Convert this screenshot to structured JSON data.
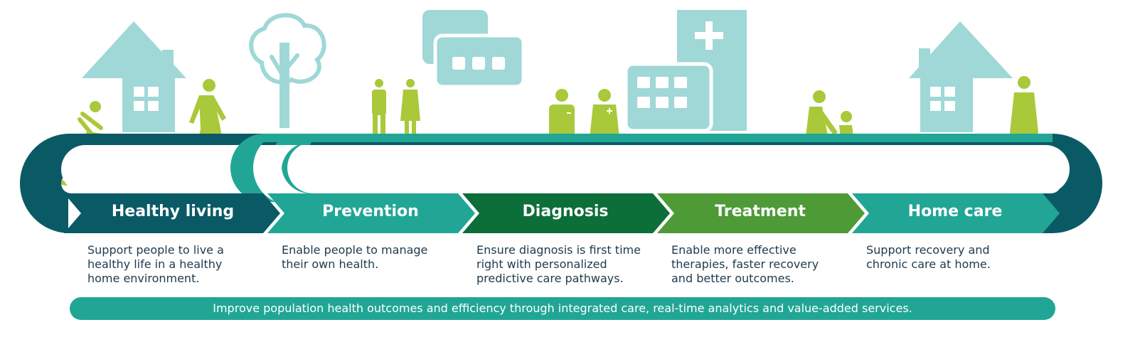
{
  "stages": [
    {
      "label": "Healthy living",
      "desc": [
        "Support people to live a",
        "healthy life in a healthy",
        "home environment."
      ]
    },
    {
      "label": "Prevention",
      "desc": [
        "Enable people to manage",
        "their own health."
      ]
    },
    {
      "label": "Diagnosis",
      "desc": [
        "Ensure diagnosis is first time",
        "right with personalized",
        "predictive care pathways."
      ]
    },
    {
      "label": "Treatment",
      "desc": [
        "Enable more effective",
        "therapies, faster recovery",
        "and better outcomes."
      ]
    },
    {
      "label": "Home care",
      "desc": [
        "Support recovery and",
        "chronic care at home."
      ]
    }
  ],
  "footer": "Improve population health outcomes and efficiency through integrated care, real-time analytics and value-added services.",
  "colors": {
    "light_teal": "#9fd8d6",
    "lime": "#a9c93a",
    "dark_teal": "#0a5a66",
    "teal": "#21a695",
    "dark_green": "#0c6e38",
    "green": "#4d9a36",
    "text": "#1e3a4c"
  },
  "icons": [
    "house-icon",
    "cyclist-icon",
    "walker-icon",
    "tree-icon",
    "chat-bubble-icon",
    "doctor-icon",
    "nurse-icon",
    "hospital-icon",
    "caregiver-icon",
    "wheelchair-icon",
    "person-standing-icon"
  ]
}
